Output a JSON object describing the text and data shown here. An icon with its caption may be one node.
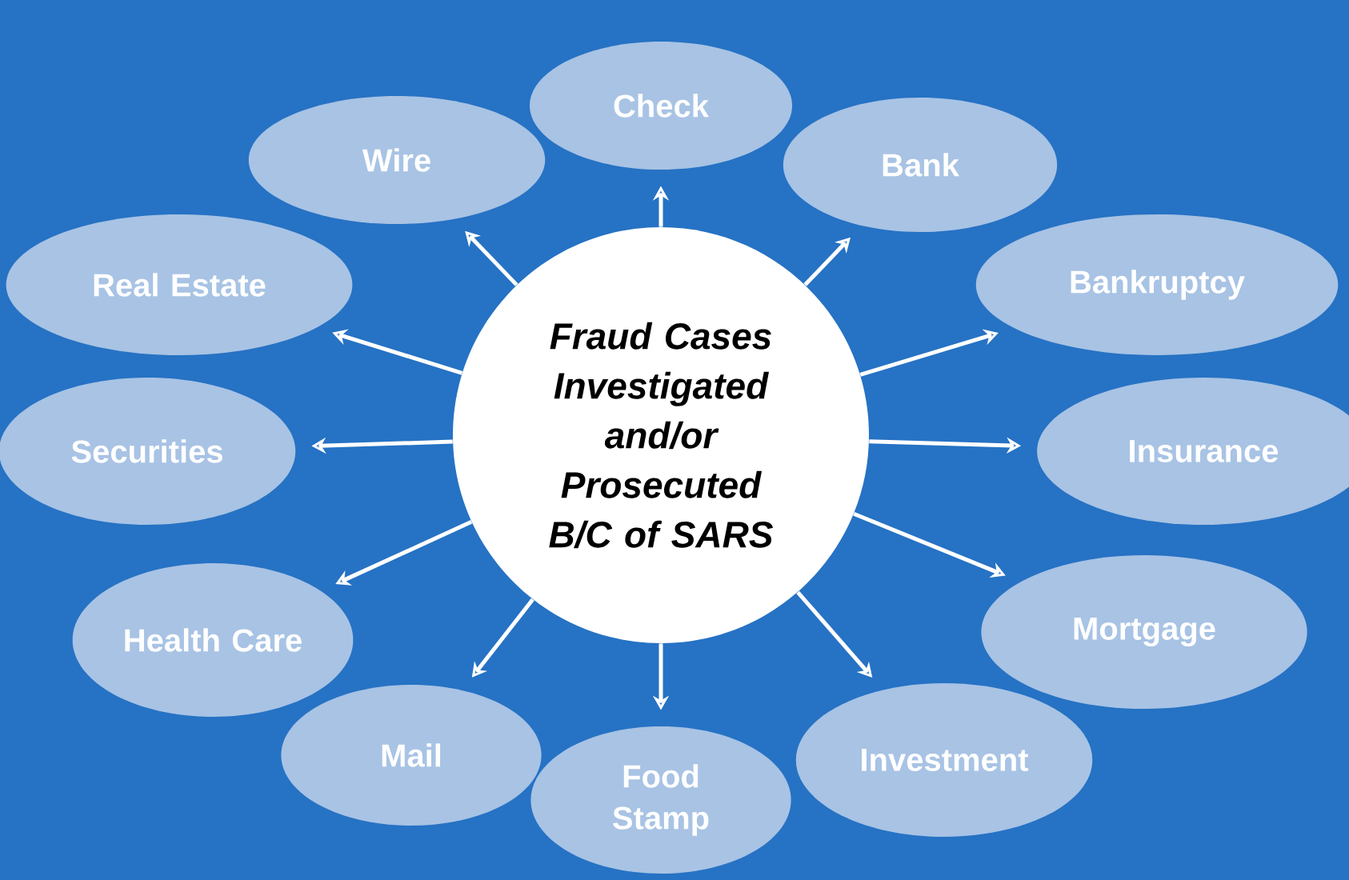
{
  "diagram": {
    "nodes": [
      {
        "text": [
          "Fraud Cases Investigated and/or Prosecuted B/C of SARS"
        ]
      },
      {
        "text": [
          "Check"
        ]
      },
      {
        "text": [
          "Bank"
        ]
      },
      {
        "text": [
          "Bankruptcy"
        ]
      },
      {
        "text": [
          "Insurance"
        ]
      },
      {
        "text": [
          "Mortgage"
        ]
      },
      {
        "text": [
          "Investment"
        ]
      },
      {
        "text": [
          "Food Stamp"
        ]
      },
      {
        "text": [
          "Mail"
        ]
      },
      {
        "text": [
          "Health Care"
        ]
      },
      {
        "text": [
          "Securities"
        ]
      },
      {
        "text": [
          "Real Estate"
        ]
      },
      {
        "text": [
          "Wire"
        ]
      }
    ],
    "edges": [
      {
        "from": 0,
        "to": 1,
        "arrow": "to"
      },
      {
        "from": 0,
        "to": 2,
        "arrow": "to"
      },
      {
        "from": 0,
        "to": 3,
        "arrow": "to"
      },
      {
        "from": 0,
        "to": 4,
        "arrow": "to"
      },
      {
        "from": 0,
        "to": 5,
        "arrow": "to"
      },
      {
        "from": 0,
        "to": 6,
        "arrow": "to"
      },
      {
        "from": 0,
        "to": 7,
        "arrow": "to"
      },
      {
        "from": 0,
        "to": 8,
        "arrow": "to"
      },
      {
        "from": 0,
        "to": 9,
        "arrow": "to"
      },
      {
        "from": 0,
        "to": 10,
        "arrow": "to"
      },
      {
        "from": 0,
        "to": 11,
        "arrow": "to"
      },
      {
        "from": 0,
        "to": 12,
        "arrow": "to"
      }
    ]
  }
}
